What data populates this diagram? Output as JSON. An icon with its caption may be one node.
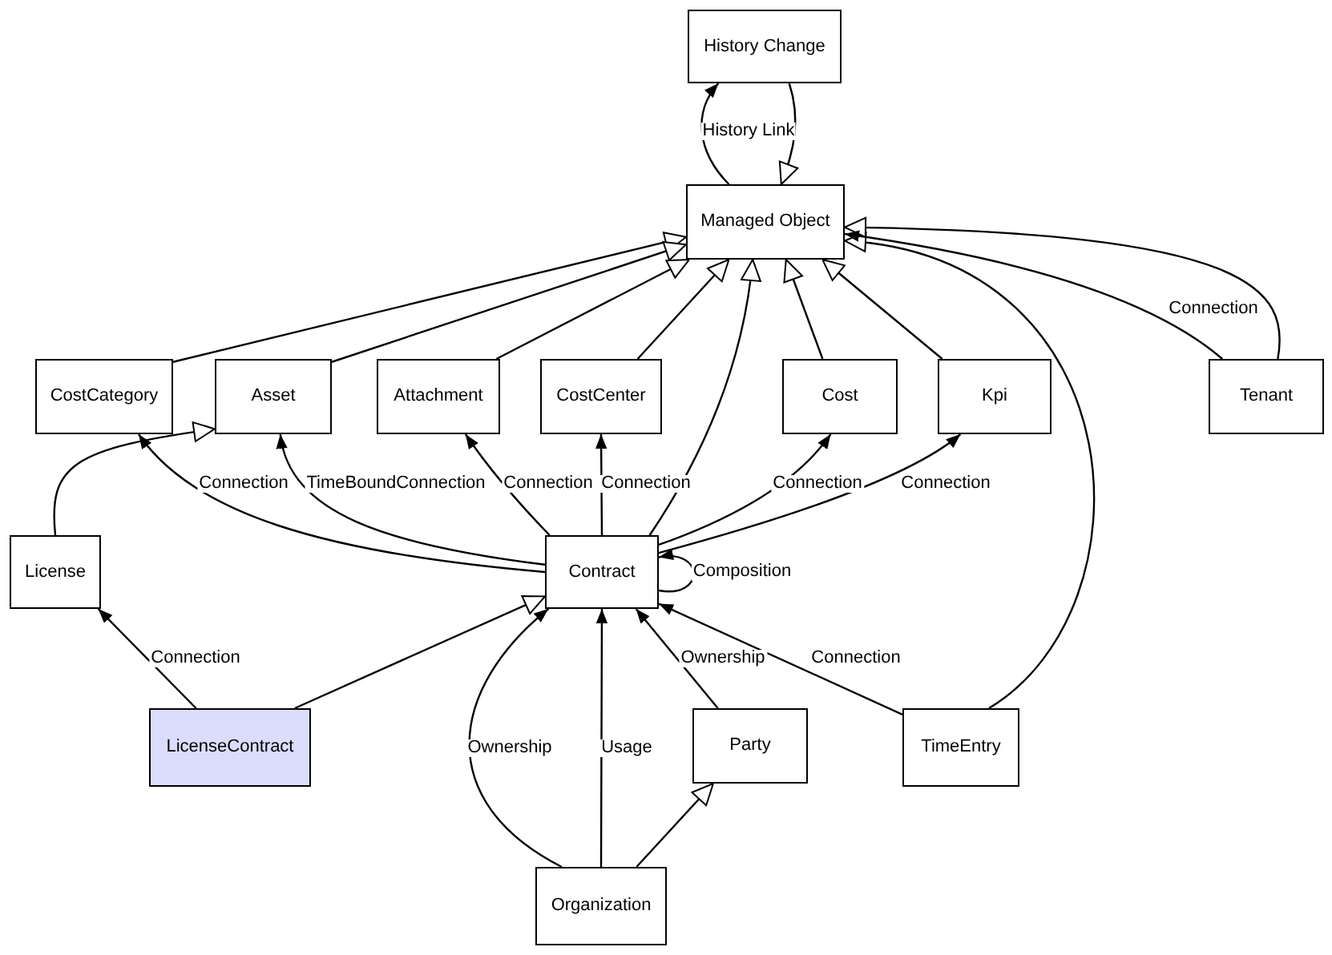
{
  "diagram": {
    "nodes": [
      {
        "text": [
          "History Change"
        ]
      },
      {
        "text": [
          "Managed Object"
        ]
      },
      {
        "text": [
          "CostCategory"
        ]
      },
      {
        "text": [
          "Asset"
        ]
      },
      {
        "text": [
          "Attachment"
        ]
      },
      {
        "text": [
          "CostCenter"
        ]
      },
      {
        "text": [
          "Cost"
        ]
      },
      {
        "text": [
          "Kpi"
        ]
      },
      {
        "text": [
          "Tenant"
        ]
      },
      {
        "text": [
          "License"
        ]
      },
      {
        "text": [
          "Contract"
        ]
      },
      {
        "text": [
          "LicenseContract"
        ]
      },
      {
        "text": [
          "Party"
        ]
      },
      {
        "text": [
          "TimeEntry"
        ]
      },
      {
        "text": [
          "Organization"
        ]
      }
    ],
    "edges": [
      {
        "from": 1,
        "to": 0,
        "arrow": "to",
        "label": "History Link"
      },
      {
        "from": 0,
        "to": 1,
        "arrow": "to"
      },
      {
        "from": 2,
        "to": 1,
        "arrow": "to"
      },
      {
        "from": 3,
        "to": 1,
        "arrow": "to"
      },
      {
        "from": 4,
        "to": 1,
        "arrow": "to"
      },
      {
        "from": 5,
        "to": 1,
        "arrow": "to"
      },
      {
        "from": 10,
        "to": 1,
        "arrow": "to"
      },
      {
        "from": 6,
        "to": 1,
        "arrow": "to"
      },
      {
        "from": 7,
        "to": 1,
        "arrow": "to"
      },
      {
        "from": 13,
        "to": 1,
        "arrow": "to"
      },
      {
        "from": 8,
        "to": 1,
        "arrow": "to"
      },
      {
        "from": 8,
        "to": 1,
        "arrow": "to",
        "label": "Connection"
      },
      {
        "from": 10,
        "to": 2,
        "arrow": "to",
        "label": "Connection"
      },
      {
        "from": 10,
        "to": 3,
        "arrow": "to",
        "label": "TimeBoundConnection"
      },
      {
        "from": 10,
        "to": 4,
        "arrow": "to",
        "label": "Connection"
      },
      {
        "from": 10,
        "to": 5,
        "arrow": "to",
        "label": "Connection"
      },
      {
        "from": 10,
        "to": 6,
        "arrow": "to",
        "label": "Connection"
      },
      {
        "from": 10,
        "to": 7,
        "arrow": "to",
        "label": "Connection"
      },
      {
        "from": 9,
        "to": 3,
        "arrow": "to"
      },
      {
        "from": 10,
        "to": 10,
        "arrow": "to",
        "label": "Composition"
      },
      {
        "from": 11,
        "to": 9,
        "arrow": "to",
        "label": "Connection"
      },
      {
        "from": 11,
        "to": 10,
        "arrow": "to"
      },
      {
        "from": 14,
        "to": 10,
        "arrow": "to",
        "label": "Ownership"
      },
      {
        "from": 14,
        "to": 10,
        "arrow": "to",
        "label": "Usage"
      },
      {
        "from": 12,
        "to": 10,
        "arrow": "to",
        "label": "Ownership"
      },
      {
        "from": 13,
        "to": 10,
        "arrow": "to",
        "label": "Connection"
      },
      {
        "from": 14,
        "to": 12,
        "arrow": "to"
      }
    ]
  }
}
